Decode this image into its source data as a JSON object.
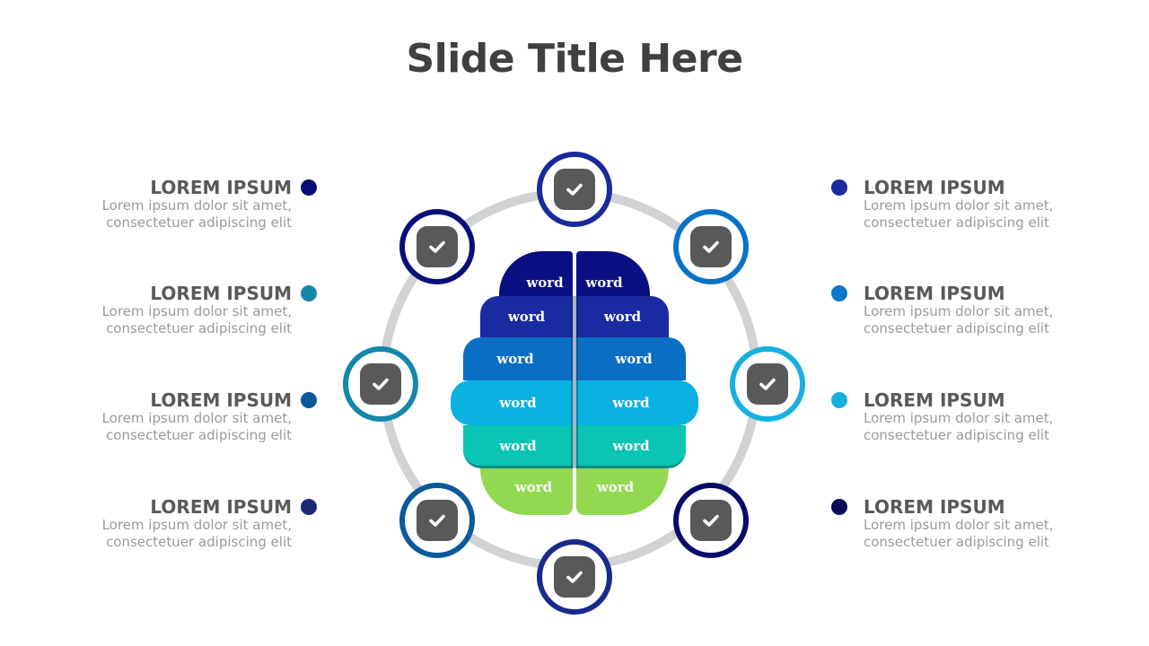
{
  "title": "Slide Title Here",
  "colors": {
    "ring": "#d0d2d4",
    "icon_bg": "#58595b",
    "heading": "#58595b",
    "body": "#9a9a9a"
  },
  "nodes": [
    {
      "position": "top",
      "icon": "check-icon",
      "border": "#1a2a9c"
    },
    {
      "position": "top-right",
      "icon": "check-icon",
      "border": "#0a72c8"
    },
    {
      "position": "right",
      "icon": "check-icon",
      "border": "#16b1e0"
    },
    {
      "position": "bottom-right",
      "icon": "check-icon",
      "border": "#0a0a6a"
    },
    {
      "position": "bottom",
      "icon": "check-icon",
      "border": "#1a2a8c"
    },
    {
      "position": "bottom-left",
      "icon": "check-icon",
      "border": "#0a5a9c"
    },
    {
      "position": "left",
      "icon": "check-icon",
      "border": "#1487aa"
    },
    {
      "position": "top-left",
      "icon": "check-icon",
      "border": "#0a0f78"
    }
  ],
  "left_items": [
    {
      "heading": "LOREM IPSUM",
      "line1": "Lorem ipsum dolor sit amet,",
      "line2": "consectetuer adipiscing elit",
      "dot_color": "#0a0a78"
    },
    {
      "heading": "LOREM IPSUM",
      "line1": "Lorem ipsum dolor sit amet,",
      "line2": "consectetuer adipiscing elit",
      "dot_color": "#1488aa"
    },
    {
      "heading": "LOREM IPSUM",
      "line1": "Lorem ipsum dolor sit amet,",
      "line2": "consectetuer adipiscing elit",
      "dot_color": "#0a5a9a"
    },
    {
      "heading": "LOREM IPSUM",
      "line1": "Lorem ipsum dolor sit amet,",
      "line2": "consectetuer adipiscing elit",
      "dot_color": "#1a2a78"
    }
  ],
  "right_items": [
    {
      "heading": "LOREM IPSUM",
      "line1": "Lorem ipsum dolor sit amet,",
      "line2": "consectetuer adipiscing elit",
      "dot_color": "#1a2aa0"
    },
    {
      "heading": "LOREM IPSUM",
      "line1": "Lorem ipsum dolor sit amet,",
      "line2": "consectetuer adipiscing elit",
      "dot_color": "#0a78c8"
    },
    {
      "heading": "LOREM IPSUM",
      "line1": "Lorem ipsum dolor sit amet,",
      "line2": "consectetuer adipiscing elit",
      "dot_color": "#16b0e0"
    },
    {
      "heading": "LOREM IPSUM",
      "line1": "Lorem ipsum dolor sit amet,",
      "line2": "consectetuer adipiscing elit",
      "dot_color": "#0a0a5a"
    }
  ],
  "brain": {
    "rows": [
      {
        "left": "word",
        "right": "word",
        "color": "#0a0f82"
      },
      {
        "left": "word",
        "right": "word",
        "color": "#1a2aa0"
      },
      {
        "left": "word",
        "right": "word",
        "color": "#0a6fc4"
      },
      {
        "left": "word",
        "right": "word",
        "color": "#0ab2e2"
      },
      {
        "left": "word",
        "right": "word",
        "color": "#0ac4b4"
      },
      {
        "left": "word",
        "right": "word",
        "color": "#92d850"
      }
    ]
  }
}
